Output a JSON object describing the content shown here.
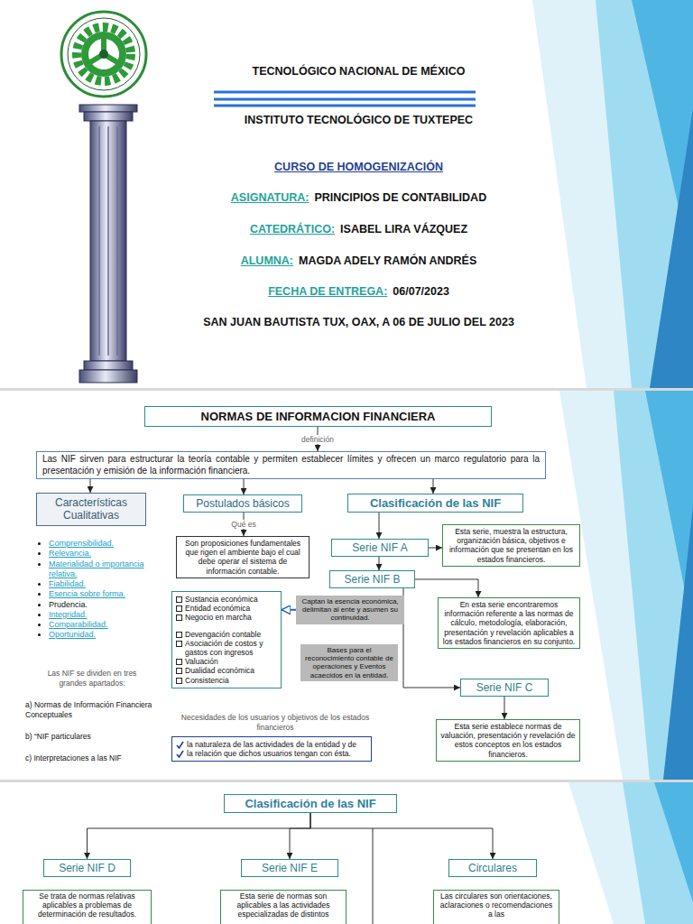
{
  "diagram": {
    "title": "TECNOLÓGICO NACIONAL DE MÉXICO",
    "nodes": [
      {
        "text": [
          "NORMAS DE INFORMACION FINANCIERA"
        ]
      },
      {
        "text": [
          "Las NIF sirven para estructurar la teoría contable y permiten establecer límites y ofrecen un marco regulatorio para la presentación y emisión de la información financiera."
        ]
      },
      {
        "text": [
          "Características Cualitativas"
        ]
      },
      {
        "text": [
          "Postulados básicos"
        ]
      },
      {
        "text": [
          "Son proposiciones fundamentales que rigen el ambiente bajo el cual debe operar el sistema de información contable."
        ]
      },
      {
        "text": [
          "Sustancia económica",
          "Entidad económica",
          "Negocio en marcha",
          "Devengación contable",
          "Asociación de costos y gastos con ingresos",
          "Valuación",
          "Dualidad económica",
          "Consistencia"
        ]
      },
      {
        "text": [
          "Captan la esencia económica, delimitan al ente y asumen su continuidad."
        ]
      },
      {
        "text": [
          "Bases para el reconocimiento contable de operaciones y Eventos acaecidos en la entidad."
        ]
      },
      {
        "text": [
          "la naturaleza de las actividades de la entidad y de",
          "la relación que dichos usuarios tengan con ésta."
        ]
      },
      {
        "text": [
          "Clasificación de las NIF"
        ]
      },
      {
        "text": [
          "Serie NIF A"
        ]
      },
      {
        "text": [
          "Esta serie, muestra la estructura, organización básica, objetivos e información que se presentan en los estados financieros."
        ]
      },
      {
        "text": [
          "Serie NIF B"
        ]
      },
      {
        "text": [
          "En esta serie encontraremos información referente a las normas de cálculo, metodología, elaboración, presentación y revelación aplicables a los estados financieros en su conjunto."
        ]
      },
      {
        "text": [
          "Serie NIF C"
        ]
      },
      {
        "text": [
          "Esta serie establece normas de valuación, presentación y revelación de estos conceptos en los estados financieros."
        ]
      },
      {
        "text": [
          "Clasificación de las NIF"
        ]
      },
      {
        "text": [
          "Serie NIF D"
        ]
      },
      {
        "text": [
          "Serie NIF E"
        ]
      },
      {
        "text": [
          "Circulares"
        ]
      },
      {
        "text": [
          "Se trata de normas relativas aplicables a problemas de determinación de resultados."
        ]
      },
      {
        "text": [
          "Esta serie de normas son aplicables a las actividades especializadas de distintos"
        ]
      },
      {
        "text": [
          "Las circulares son orientaciones, aclaraciones o recomendaciones a las"
        ]
      }
    ],
    "edges": [
      {
        "from": 0,
        "to": 1,
        "label": "definición",
        "arrow": "to"
      },
      {
        "from": 1,
        "to": 2,
        "arrow": "to"
      },
      {
        "from": 1,
        "to": 3,
        "arrow": "to"
      },
      {
        "from": 1,
        "to": 9,
        "arrow": "to"
      },
      {
        "from": 3,
        "to": 4,
        "label": "Qué es",
        "arrow": "to"
      },
      {
        "from": 6,
        "to": 5,
        "arrow": "to"
      },
      {
        "from": 9,
        "to": 10,
        "arrow": "to"
      },
      {
        "from": 10,
        "to": 11,
        "arrow": "to"
      },
      {
        "from": 10,
        "to": 12,
        "arrow": "to"
      },
      {
        "from": 12,
        "to": 13,
        "arrow": "to"
      },
      {
        "from": 12,
        "to": 14,
        "arrow": "to"
      },
      {
        "from": 14,
        "to": 15,
        "arrow": "to"
      },
      {
        "from": 16,
        "to": 17,
        "arrow": "to"
      },
      {
        "from": 16,
        "to": 18,
        "arrow": "to"
      },
      {
        "from": 16,
        "to": 19,
        "arrow": "to"
      }
    ],
    "labels": [
      "INSTITUTO TECNOLÓGICO DE TUXTEPEC",
      "CURSO DE HOMOGENIZACIÓN",
      "ASIGNATURA:",
      "PRINCIPIOS DE CONTABILIDAD",
      "CATEDRÁTICO:",
      "ISABEL LIRA VÁZQUEZ",
      "ALUMNA:",
      "MAGDA ADELY RAMÓN ANDRÉS",
      "FECHA DE ENTREGA:",
      "06/07/2023",
      "SAN JUAN BAUTISTA TUX, OAX, A 06 DE JULIO DEL 2023",
      "Comprensibilidad.",
      "Relevancia.",
      "Materialidad o importancia relativa.",
      "Fiabilidad.",
      "Esencia sobre forma.",
      "Prudencia.",
      "Integridad.",
      "Comparabilidad.",
      "Oportunidad.",
      "Las NIF se dividen en tres grandes apartados:",
      "a) Normas de Información Financiera Conceptuales",
      "b) “NIF particulares",
      "c) Interpretaciones a las NIF",
      "Necesidades de los usuarios y objetivos de los estados financieros"
    ]
  }
}
